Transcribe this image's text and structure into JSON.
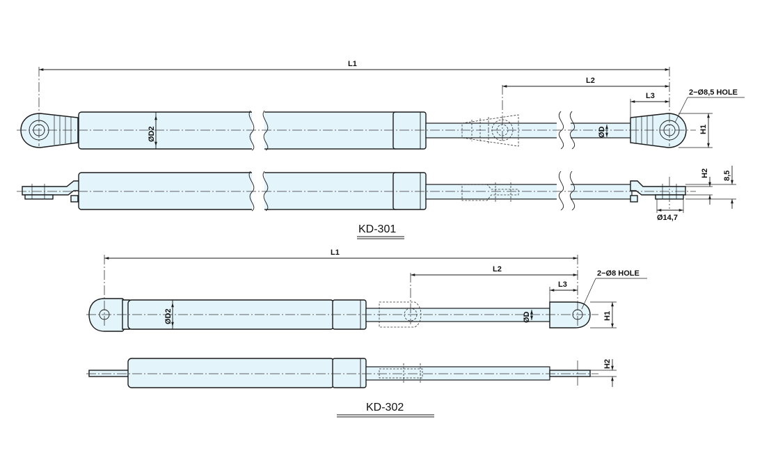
{
  "colors": {
    "part_fill": "#e4f4fb",
    "line": "#1a1a1a",
    "background": "#ffffff"
  },
  "kd301": {
    "title": "KD-301",
    "L1": "L1",
    "L2": "L2",
    "L3": "L3",
    "hole": "2−Ø8,5 HOLE",
    "D2": "ØD2",
    "D": "ØD",
    "H1": "H1",
    "H2": "H2",
    "dim_85": "8,5",
    "dia_147": "Ø14,7"
  },
  "kd302": {
    "title": "KD-302",
    "L1": "L1",
    "L2": "L2",
    "L3": "L3",
    "hole": "2−Ø8 HOLE",
    "D2": "ØD2",
    "D": "ØD",
    "H1": "H1",
    "H2": "H2"
  }
}
